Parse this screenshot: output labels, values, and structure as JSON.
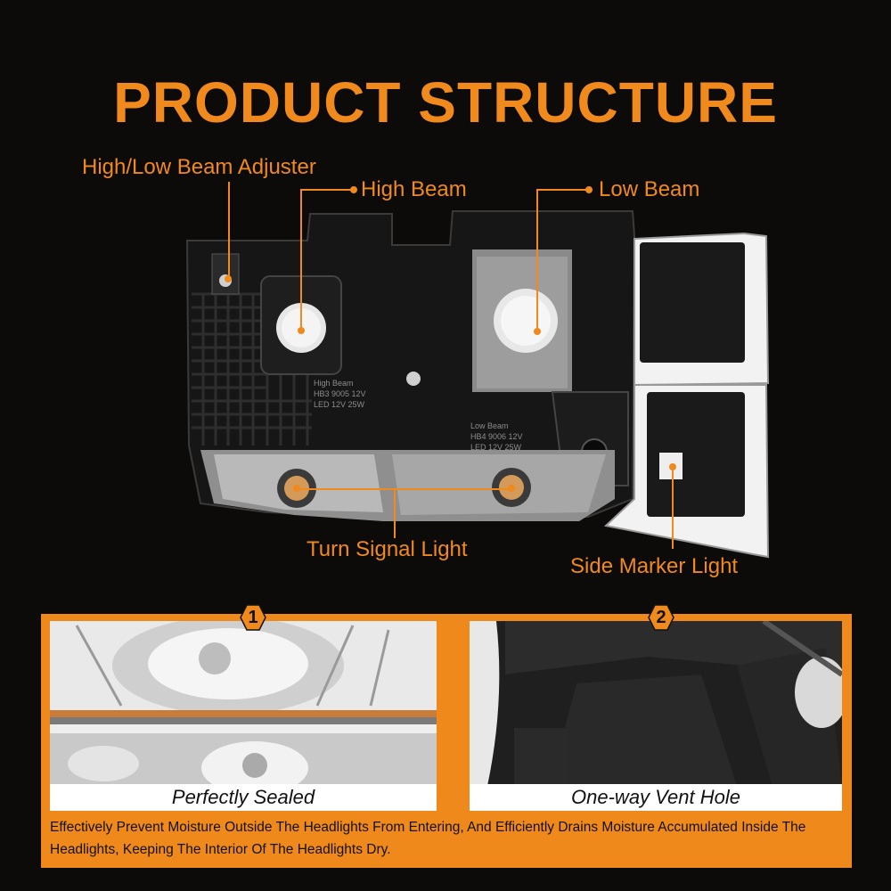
{
  "title": "PRODUCT STRUCTURE",
  "callouts": {
    "adjuster": "High/Low Beam Adjuster",
    "high_beam": "High Beam",
    "low_beam": "Low Beam",
    "turn_signal": "Turn Signal Light",
    "side_marker": "Side Marker Light"
  },
  "housing_labels": {
    "high_beam_spec": [
      "High Beam",
      "HB3 9005 12V",
      "LED 12V 25W"
    ],
    "low_beam_spec": [
      "Low Beam",
      "HB4 9006 12V",
      "LED 12V 25W"
    ]
  },
  "features": [
    {
      "number": "1",
      "caption": "Perfectly Sealed"
    },
    {
      "number": "2",
      "caption": "One-way Vent Hole"
    }
  ],
  "description": "Effectively Prevent Moisture Outside The Headlights From Entering, And Efficiently Drains Moisture Accumulated Inside The Headlights, Keeping The Interior Of The Headlights Dry.",
  "colors": {
    "accent": "#f08a1c",
    "background": "#0d0b0a",
    "caption_bg": "#ffffff"
  }
}
